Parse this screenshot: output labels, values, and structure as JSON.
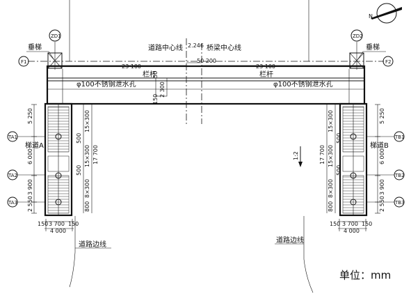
{
  "labels": {
    "road_center": "道路中心线",
    "offset_value": "2.246",
    "bridge_center": "桥梁中心线",
    "span_total": "50 200",
    "half_left": "23 100",
    "half_right": "23 100",
    "railing": "栏杆",
    "drain_left": "φ100不锈钢泄水孔",
    "drain_right": "φ100不锈钢泄水孔",
    "vert_ladder": "垂梯",
    "stair_a": "梯道A",
    "stair_b": "梯道B",
    "road_edge": "道路边线",
    "unit": "单位：mm",
    "slope": "1:2",
    "north": "N"
  },
  "grid_bubbles": {
    "zd1": "ZD1",
    "zd2": "ZD2",
    "f1": "F1",
    "f2": "F2",
    "ta1": "TA1",
    "ta2": "TA2",
    "ta3": "TA3",
    "tb1": "TB1",
    "tb2": "TB2",
    "tb3": "TB3"
  },
  "dims_left": {
    "d1": "5 250",
    "d2": "6 000",
    "d3": "3 900",
    "d4": "2 550",
    "s1": "15×300",
    "s2": "500",
    "s3": "15×300",
    "s4": "500",
    "s5": "8×300",
    "s6": "800",
    "total": "17 700"
  },
  "dims_right": {
    "d1": "5 250",
    "d2": "6 000",
    "d3": "3 900",
    "d4": "2 550",
    "s1": "15×300",
    "s2": "15×300",
    "s3": "500",
    "s4": "500",
    "s5": "8×300",
    "s6": "800",
    "total": "17 700"
  },
  "dims_bottom": {
    "l_a": "150",
    "l_b": "3 700",
    "l_c": "150",
    "l_total": "4 000",
    "r_a": "150",
    "r_b": "3 700",
    "r_c": "150",
    "r_total": "4 000"
  },
  "dims_center": {
    "a": "2 300",
    "b": "150",
    "c": "50"
  }
}
